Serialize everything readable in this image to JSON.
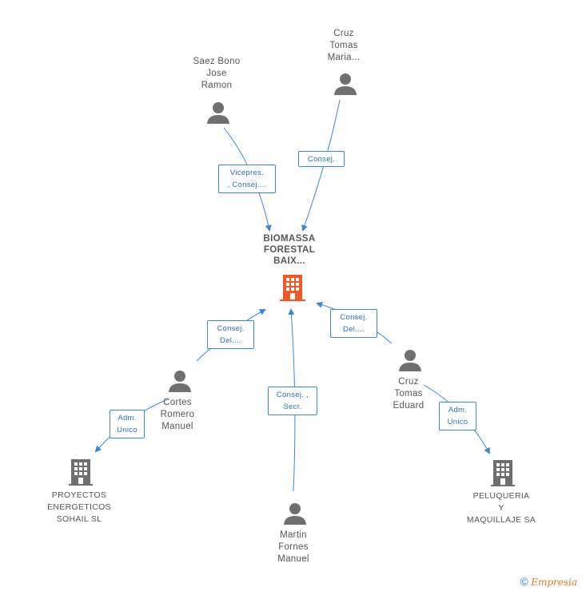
{
  "center": {
    "name": "BIOMASSA\nFORESTAL\nBAIX...",
    "icon": "building-icon",
    "color": "#f05a28"
  },
  "people": {
    "saez": {
      "name": "Saez Bono\nJose\nRamon",
      "icon": "person-icon"
    },
    "cruz_maria": {
      "name": "Cruz\nTomas\nMaria...",
      "icon": "person-icon"
    },
    "cortes": {
      "name": "Cortes\nRomero\nManuel",
      "icon": "person-icon"
    },
    "cruz_eduard": {
      "name": "Cruz\nTomas\nEduard",
      "icon": "person-icon"
    },
    "martin": {
      "name": "Martin\nFornes\nManuel",
      "icon": "person-icon"
    }
  },
  "companies": {
    "proyectos": {
      "name": "PROYECTOS\nENERGETICOS\nSOHAIL SL",
      "icon": "building-icon"
    },
    "peluqueria": {
      "name": "PELUQUERIA\nY\nMAQUILLAJE SA",
      "icon": "building-icon"
    }
  },
  "relations": {
    "saez": "Vicepres.\n, Consej....",
    "cruz_maria": "Consej.",
    "cortes": "Consej.\nDel....",
    "martin": "Consej. ,\nSecr.",
    "cruz_eduard": "Consej.\nDel....",
    "cortes_proyectos": "Adm.\nUnico",
    "eduard_peluqueria": "Adm.\nUnico"
  },
  "colors": {
    "line": "#3b86d6",
    "person": "#6f6f6f",
    "company": "#6f6f6f"
  },
  "footer": {
    "copyright": "©",
    "brand": "Empresia"
  }
}
